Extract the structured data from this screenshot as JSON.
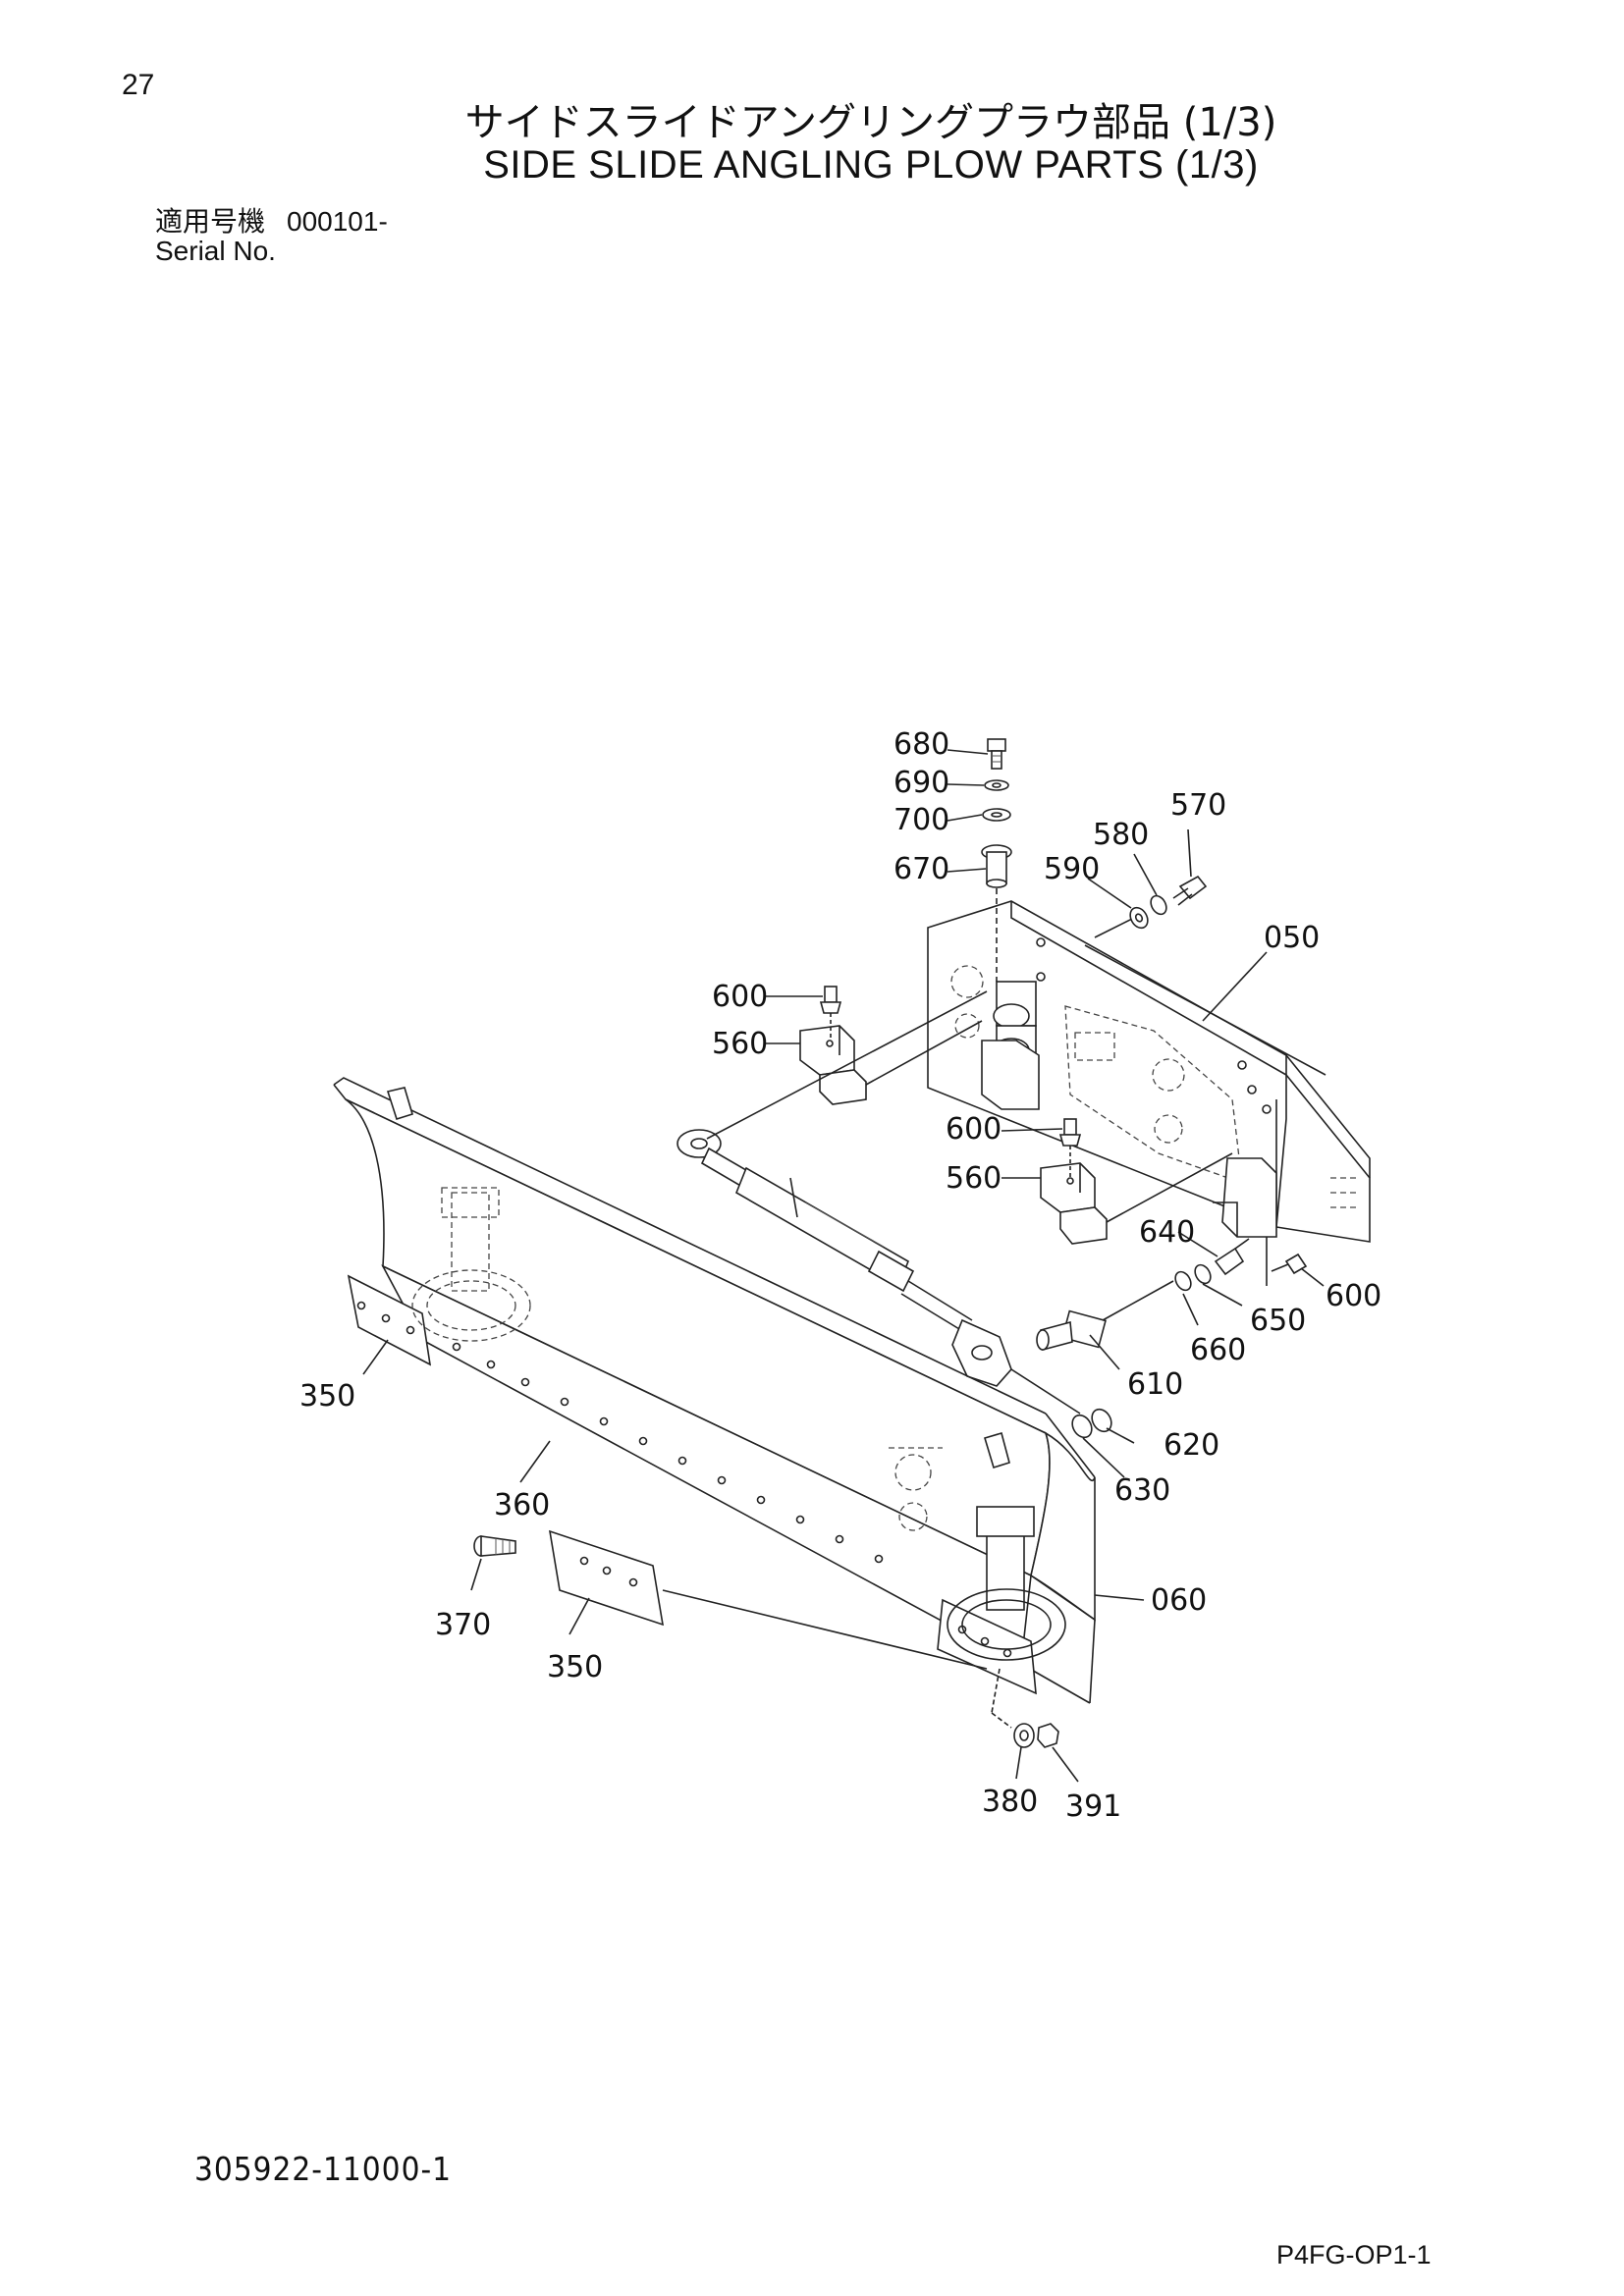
{
  "header": {
    "page_number": "27",
    "title_jp": "サイドスライドアングリングプラウ部品 (1/3)",
    "title_en": "SIDE SLIDE ANGLING PLOW PARTS (1/3)",
    "serial_label_jp": "適用号機",
    "serial_value": "000101-",
    "serial_label_en": "Serial No."
  },
  "diagram": {
    "part_labels": [
      {
        "id": "680",
        "text": "680"
      },
      {
        "id": "690",
        "text": "690"
      },
      {
        "id": "700",
        "text": "700"
      },
      {
        "id": "670",
        "text": "670"
      },
      {
        "id": "570",
        "text": "570"
      },
      {
        "id": "580",
        "text": "580"
      },
      {
        "id": "590",
        "text": "590"
      },
      {
        "id": "050",
        "text": "050"
      },
      {
        "id": "600a",
        "text": "600"
      },
      {
        "id": "560a",
        "text": "560"
      },
      {
        "id": "600b",
        "text": "600"
      },
      {
        "id": "560b",
        "text": "560"
      },
      {
        "id": "640",
        "text": "640"
      },
      {
        "id": "600c",
        "text": "600"
      },
      {
        "id": "650",
        "text": "650"
      },
      {
        "id": "660",
        "text": "660"
      },
      {
        "id": "610",
        "text": "610"
      },
      {
        "id": "620",
        "text": "620"
      },
      {
        "id": "630",
        "text": "630"
      },
      {
        "id": "350a",
        "text": "350"
      },
      {
        "id": "360",
        "text": "360"
      },
      {
        "id": "370",
        "text": "370"
      },
      {
        "id": "350b",
        "text": "350"
      },
      {
        "id": "060",
        "text": "060"
      },
      {
        "id": "380",
        "text": "380"
      },
      {
        "id": "391",
        "text": "391"
      }
    ]
  },
  "footer": {
    "drawing_number": "305922-11000-1",
    "sheet_code": "P4FG-OP1-1"
  }
}
